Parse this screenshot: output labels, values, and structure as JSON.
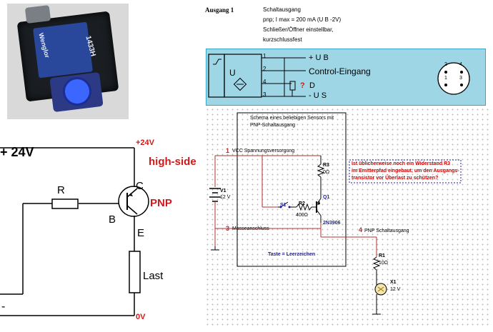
{
  "photo": {
    "brand_text": "Wenglor",
    "model_text": "1433H"
  },
  "spec": {
    "title": "Ausgang 1",
    "line1": "Schaltausgang",
    "line2": "pnp; I max = 200 mA (U B -2V)",
    "line3": "Schließer/Öffner einstellbar,",
    "line4": "kurzschlussfest"
  },
  "connector": {
    "pin1": "1",
    "pin2": "2",
    "pin4": "4",
    "pin3": "3",
    "label_ub": "+ U B",
    "label_control": "Control-Eingang",
    "label_d": "D",
    "label_question": "?",
    "label_us": "- U S",
    "box_letter": "U",
    "plug_pins": [
      "2",
      "4",
      "1",
      "3"
    ],
    "colors": {
      "panel": "#9fd6e6",
      "border": "#3aa6c6"
    }
  },
  "hand_schematic": {
    "plus24": "+ 24V",
    "plus24v_rail": "+24V",
    "highside": "high-side",
    "pnp": "PNP",
    "r": "R",
    "b": "B",
    "c": "C",
    "e": "E",
    "last": "Last",
    "zero_v": "0V",
    "minus": "-",
    "colors": {
      "accent": "#cc1a1a"
    }
  },
  "sim_schematic": {
    "box_title_1": "Schema eines beliebigen Sensors mit",
    "box_title_2": "PNP-Schaltausgang",
    "n1": "1",
    "vcc": "VCC Spannungsversorgung",
    "r3": "R3",
    "r3_val": "0Ω",
    "v1": "V1",
    "v1_val": "12 V",
    "s1": "S1",
    "r2": "R2",
    "r2_val": "400Ω",
    "q1": "Q1",
    "q1_part": "2N3906",
    "n3": "3",
    "mass": "Masseanschluss",
    "n4": "4",
    "pnp_out": "PNP Schaltausgang",
    "taste": "Taste = Leerzeichen",
    "r1": "R1",
    "r1_val": "10Ω",
    "x1": "X1",
    "x1_val": "12 V",
    "note_1": "Ist üblicherweise noch ein Widerstand R3",
    "note_2": "im Emitterpfad eingebaut, um den Ausgangs-",
    "note_3": "transistor vor Überlast zu schützen?",
    "colors": {
      "wire_red": "#b03030",
      "note_red": "#cc0000",
      "blue": "#1e1ea0"
    }
  }
}
